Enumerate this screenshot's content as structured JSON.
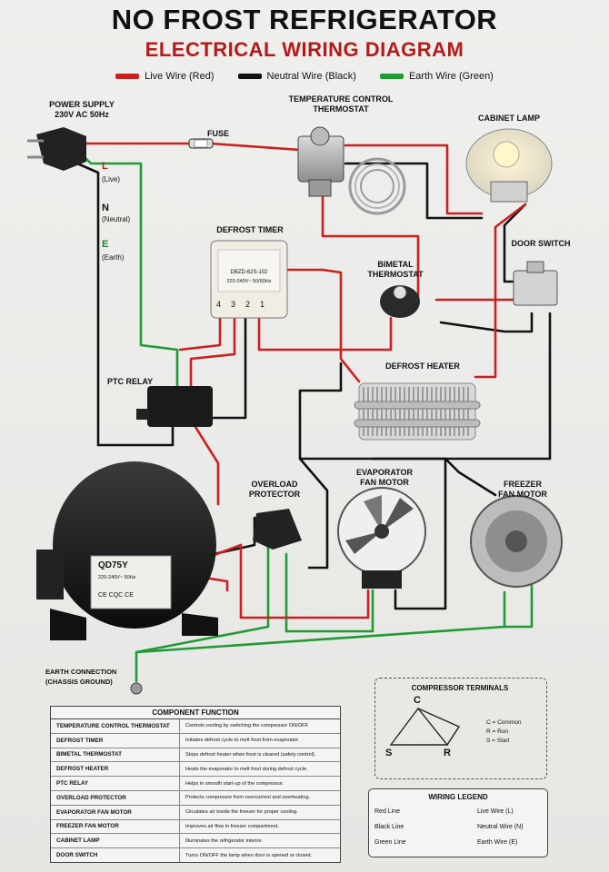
{
  "header": {
    "title": "NO FROST REFRIGERATOR",
    "subtitle": "ELECTRICAL WIRING DIAGRAM"
  },
  "legend_top": [
    {
      "label": "Live Wire (Red)",
      "color": "#cc1f1f"
    },
    {
      "label": "Neutral Wire (Black)",
      "color": "#111111"
    },
    {
      "label": "Earth Wire (Green)",
      "color": "#1f9a35"
    }
  ],
  "labels": {
    "power_supply": "POWER SUPPLY",
    "power_voltage": "230V AC 50Hz",
    "l": "L",
    "live": "(Live)",
    "n": "N",
    "neutral": "(Neutral)",
    "e": "E",
    "earth": "(Earth)",
    "fuse": "FUSE",
    "thermostat_1": "TEMPERATURE CONTROL",
    "thermostat_2": "THERMOSTAT",
    "cabinet_lamp": "CABINET LAMP",
    "defrost_timer": "DEFROST TIMER",
    "timer_text_1": "DBZD-62S-102",
    "timer_text_2": "220-240V~ 50/60Hz",
    "timer_pins": [
      "4",
      "3",
      "2",
      "1"
    ],
    "bimetal_1": "BIMETAL",
    "bimetal_2": "THERMOSTAT",
    "door_switch": "DOOR SWITCH",
    "defrost_heater": "DEFROST HEATER",
    "ptc_relay": "PTC RELAY",
    "overload_1": "OVERLOAD",
    "overload_2": "PROTECTOR",
    "evap_1": "EVAPORATOR",
    "evap_2": "FAN MOTOR",
    "freezer_1": "FREEZER",
    "freezer_2": "FAN MOTOR",
    "compressor_model": "QD75Y",
    "compressor_spec": "220-240V~ 50Hz",
    "compressor_marks": "CE CQC CE",
    "earth_conn_1": "EARTH CONNECTION",
    "earth_conn_2": "(CHASSIS GROUND)"
  },
  "component_table": {
    "title": "COMPONENT FUNCTION",
    "rows": [
      {
        "name": "TEMPERATURE CONTROL THERMOSTAT",
        "desc": "Controls cooling by switching the compressor ON/OFF."
      },
      {
        "name": "DEFROST TIMER",
        "desc": "Initiates defrost cycle to melt frost from evaporator."
      },
      {
        "name": "BIMETAL THERMOSTAT",
        "desc": "Stops defrost heater when frost is cleared (safety control)."
      },
      {
        "name": "DEFROST HEATER",
        "desc": "Heats the evaporator to melt frost during defrost cycle."
      },
      {
        "name": "PTC RELAY",
        "desc": "Helps in smooth start-up of the compressor."
      },
      {
        "name": "OVERLOAD PROTECTOR",
        "desc": "Protects compressor from overcurrent and overheating."
      },
      {
        "name": "EVAPORATOR FAN MOTOR",
        "desc": "Circulates air inside the freezer for proper cooling."
      },
      {
        "name": "FREEZER FAN MOTOR",
        "desc": "Improves air flow in freezer compartment."
      },
      {
        "name": "CABINET LAMP",
        "desc": "Illuminates the refrigerator interior."
      },
      {
        "name": "DOOR SWITCH",
        "desc": "Turns ON/OFF the lamp when door is opened or closed."
      }
    ]
  },
  "compressor_terminals": {
    "title": "COMPRESSOR TERMINALS",
    "c": "C",
    "s": "S",
    "r": "R",
    "key": [
      "C = Common",
      "R = Run",
      "S = Start"
    ]
  },
  "wiring_legend": {
    "title": "WIRING LEGEND",
    "rows": [
      {
        "left": "Red Line",
        "right": "Live Wire (L)",
        "color": "#cc1f1f"
      },
      {
        "left": "Black Line",
        "right": "Neutral Wire (N)",
        "color": "#111111"
      },
      {
        "left": "Green Line",
        "right": "Earth Wire (E)",
        "color": "#1f9a35"
      }
    ]
  }
}
